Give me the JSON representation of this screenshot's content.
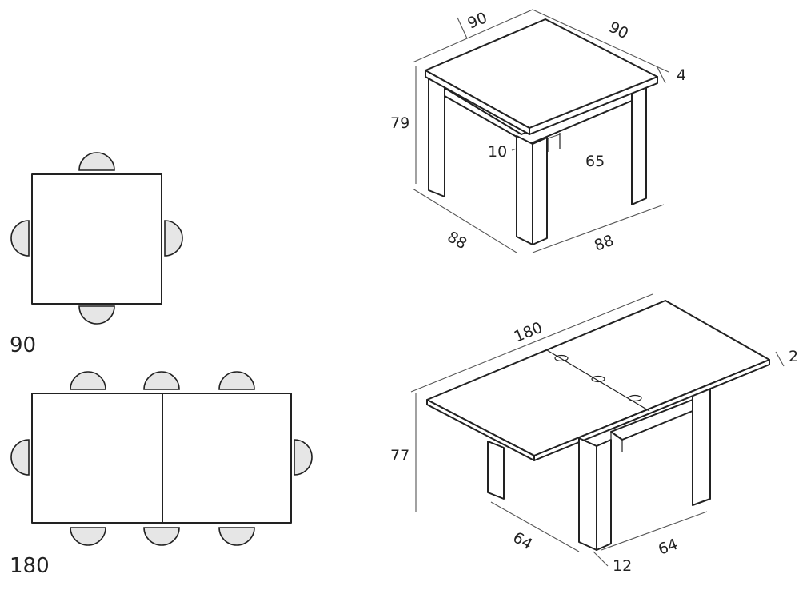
{
  "plan_small": {
    "label": "90"
  },
  "plan_large": {
    "label": "180"
  },
  "view_small": {
    "top_width": "90",
    "top_depth": "90",
    "top_thickness": "4",
    "height": "79",
    "apron": "10",
    "leg_height": "65",
    "base_width": "88",
    "base_depth": "88"
  },
  "view_large": {
    "length": "180",
    "thickness": "2",
    "height": "77",
    "base_depth": "64",
    "base_width": "64",
    "leg": "12"
  },
  "colors": {
    "line": "#222222",
    "chair_fill": "#e6e6e6",
    "background": "#ffffff"
  }
}
